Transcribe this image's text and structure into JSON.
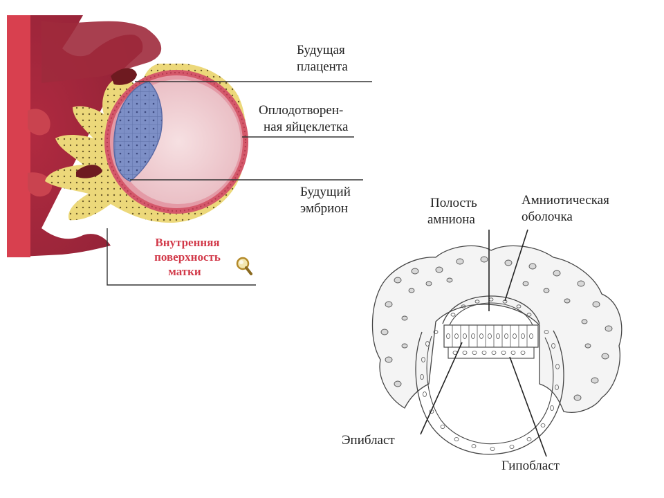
{
  "top_diagram": {
    "labels": {
      "future_placenta_1": "Будущая",
      "future_placenta_2": "плацента",
      "fertilized_egg_1": "Оплодотворен-",
      "fertilized_egg_2": "ная яйцеклетка",
      "future_embryo_1": "Будущий",
      "future_embryo_2": "эмбрион",
      "inner_uterus_1": "Внутренняя",
      "inner_uterus_2": "поверхность",
      "inner_uterus_3": "матки"
    },
    "icons": [
      "magnifier-icon"
    ],
    "colors": {
      "uterus": "#a8283c",
      "trophoblast": "#ecd87a",
      "embryo_disc": "#6a7fb8",
      "red_label": "#d23a4a"
    }
  },
  "bottom_diagram": {
    "labels": {
      "amnion_cavity_1": "Полость",
      "amnion_cavity_2": "амниона",
      "amniotic_membrane_1": "Амниотическая",
      "amniotic_membrane_2": "оболочка",
      "epiblast": "Эпибласт",
      "hypoblast": "Гипобласт"
    }
  }
}
